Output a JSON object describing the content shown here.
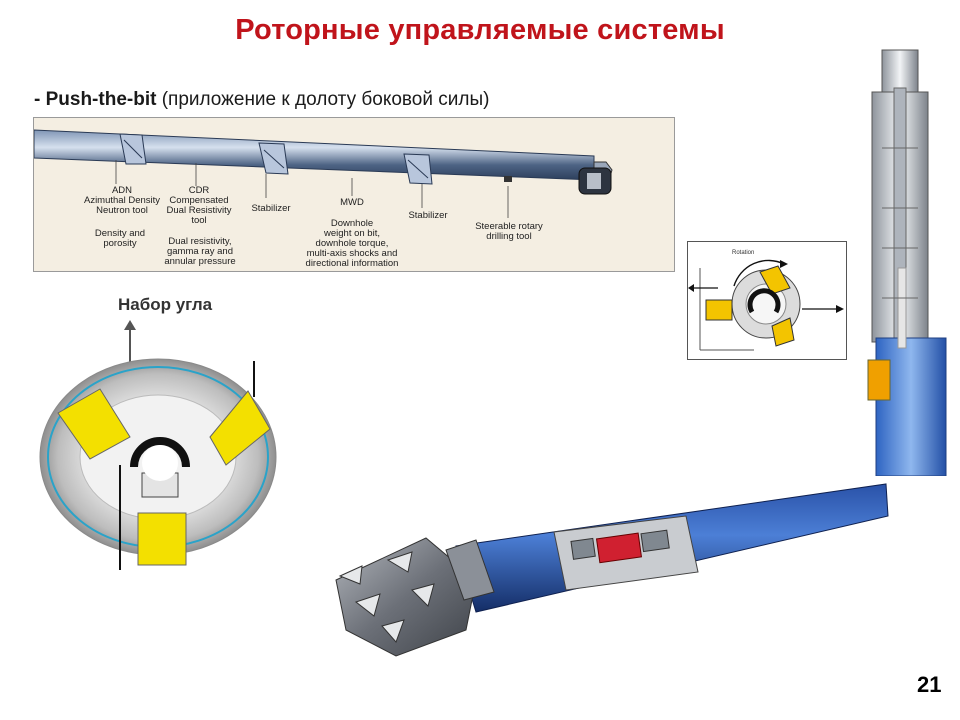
{
  "slide": {
    "title": "Роторные управляемые системы",
    "subtitle_bold": "- Push-the-bit",
    "subtitle_rest": " (приложение к долоту боковой силы)",
    "page_number": "21"
  },
  "tool_diagram": {
    "labels": {
      "adn": "ADN",
      "adn_desc1": "Azimuthal Density",
      "adn_desc2": "Neutron tool",
      "adn_meas1": "Density and",
      "adn_meas2": "porosity",
      "cdr": "CDR",
      "cdr_desc1": "Compensated",
      "cdr_desc2": "Dual Resistivity",
      "cdr_desc3": "tool",
      "cdr_meas1": "Dual resistivity,",
      "cdr_meas2": "gamma ray and",
      "cdr_meas3": "annular pressure",
      "stab1": "Stabilizer",
      "mwd": "MWD",
      "mwd_meas1": "Downhole",
      "mwd_meas2": "weight on bit,",
      "mwd_meas3": "downhole torque,",
      "mwd_meas4": "multi-axis shocks and",
      "mwd_meas5": "directional information",
      "stab2": "Stabilizer",
      "srt1": "Steerable rotary",
      "srt2": "drilling tool"
    }
  },
  "cross_section": {
    "caption": "Набор угла"
  },
  "inset": {
    "label": "Rotation"
  }
}
